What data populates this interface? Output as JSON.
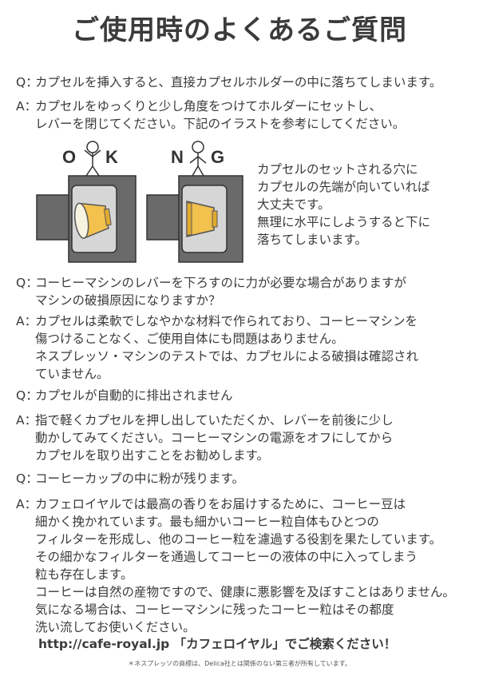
{
  "title": "ご使用時のよくあるご質問",
  "qa": [
    {
      "q_mark": "Q：",
      "q_lines": [
        "カプセルを挿入すると、直接カプセルホルダーの中に落ちてしまいます。"
      ],
      "a_mark": "A：",
      "a_lines": [
        "カプセルをゆっくりと少し角度をつけてホルダーにセットし、",
        "レバーを閉じてください。下記のイラストを参考にしてください。"
      ]
    },
    {
      "q_mark": "Q：",
      "q_lines": [
        "コーヒーマシンのレバーを下ろすのに力が必要な場合がありますが",
        "マシンの破損原因になりますか？"
      ],
      "a_mark": "A：",
      "a_lines": [
        "カプセルは柔軟でしなやかな材料で作られており、コーヒーマシンを",
        "傷つけることなく、ご使用自体にも問題はありません。",
        "ネスプレッソ・マシンのテストでは、カプセルによる破損は確認され",
        "ていません。"
      ]
    },
    {
      "q_mark": "Q：",
      "q_lines": [
        "カプセルが自動的に排出されません"
      ],
      "a_mark": "A：",
      "a_lines": [
        "指で軽くカプセルを押し出していただくか、レバーを前後に少し",
        "動かしてみてください。コーヒーマシンの電源をオフにしてから",
        "カプセルを取り出すことをお勧めします。"
      ]
    },
    {
      "q_mark": "Q：",
      "q_lines": [
        "コーヒーカップの中に粉が残ります。"
      ],
      "a_mark": "A：",
      "a_lines": [
        "カフェロイヤルでは最高の香りをお届けするために、コーヒー豆は",
        "細かく挽かれています。最も細かいコーヒー粒自体もひとつの",
        "フィルターを形成し、他のコーヒー粒を濾過する役割を果たしています。",
        "その細かなフィルターを通過してコーヒーの液体の中に入ってしまう",
        "粒も存在します。",
        "コーヒーは自然の産物ですので、健康に悪影響を及ぼすことはありません。",
        "気になる場合は、コーヒーマシンに残ったコーヒー粒はその都度",
        "洗い流してお使いください。"
      ]
    }
  ],
  "illustration": {
    "ok_letters": [
      "O",
      "K"
    ],
    "ng_letters": [
      "N",
      "G"
    ],
    "note_lines": [
      "カプセルのセットされる穴に",
      "カプセルの先端が向いていれば",
      "大丈夫です。",
      "無理に水平にしようすると下に",
      "落ちてしまいます。"
    ]
  },
  "footer": {
    "url_text": "http://cafe-royal.jp 「カフェロイヤル」でご検索ください！",
    "note": "＊ネスプレッソの商標は、Delica社とは関係のない第三者が所有しています。"
  },
  "colors": {
    "machine_dark": "#6a6a6a",
    "machine_light": "#d6d6d6",
    "capsule": "#f2c14e",
    "text": "#3a3a3a"
  }
}
